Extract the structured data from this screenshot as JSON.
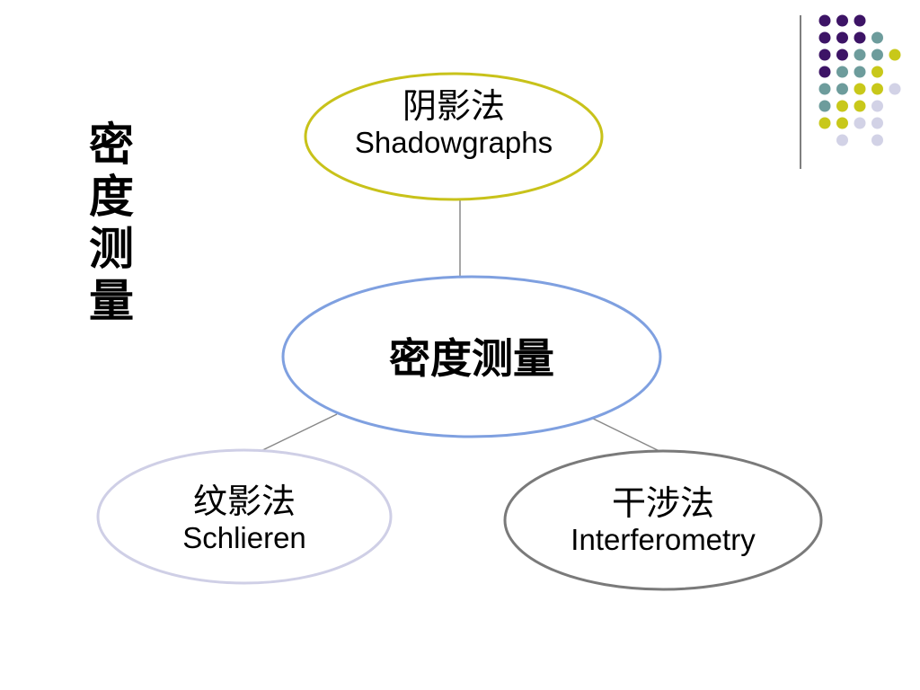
{
  "title_vertical": [
    "密",
    "度",
    "测",
    "量"
  ],
  "center_node": {
    "label": "密度测量"
  },
  "nodes": {
    "shadowgraphs": {
      "zh": "阴影法",
      "en": "Shadowgraphs"
    },
    "schlieren": {
      "zh": "纹影法",
      "en": "Schlieren"
    },
    "interferometry": {
      "zh": "干涉法",
      "en": "Interferometry"
    }
  },
  "colors": {
    "shadow_border": "#c8c21a",
    "center_border": "#7fa0e0",
    "schlieren_border": "#cfcfe6",
    "interfero_border": "#7a7a7a",
    "connector": "#888888",
    "dot_purple": "#3d1466",
    "dot_teal": "#6d9c9c",
    "dot_yellow": "#c8c81a",
    "dot_light": "#d2d2e6"
  }
}
